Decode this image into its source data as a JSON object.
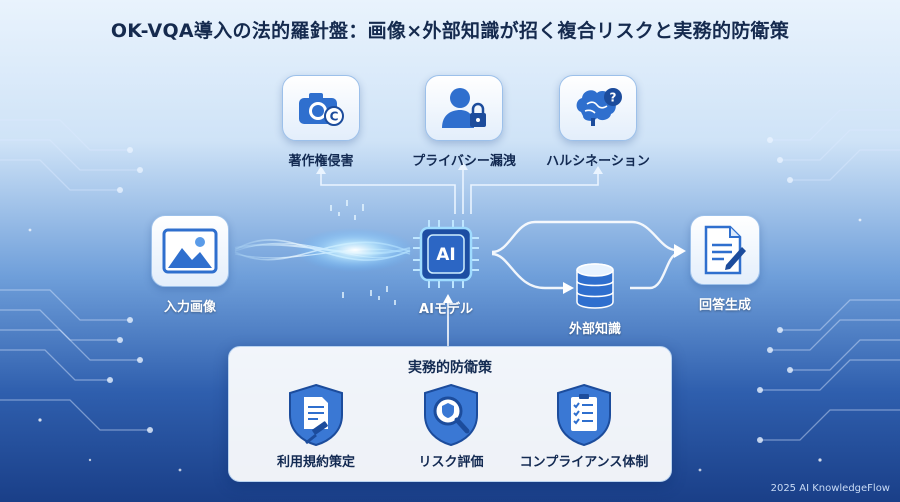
{
  "title": "OK-VQA導入の法的羅針盤：画像×外部知識が招く複合リスクと実務的防衛策",
  "risks": [
    {
      "label": "著作権侵害",
      "icon": "camera-copyright-icon"
    },
    {
      "label": "プライバシー漏洩",
      "icon": "user-lock-icon"
    },
    {
      "label": "ハルシネーション",
      "icon": "brain-question-icon"
    }
  ],
  "flow": {
    "input_label": "入力画像",
    "ai_label": "AIモデル",
    "ai_chip_text": "AI",
    "db_label": "外部知識",
    "answer_label": "回答生成"
  },
  "measures": {
    "title": "実務的防衛策",
    "items": [
      {
        "label": "利用規約策定",
        "icon": "document-gavel-shield-icon"
      },
      {
        "label": "リスク評価",
        "icon": "magnifier-shield-icon"
      },
      {
        "label": "コンプライアンス体制",
        "icon": "checklist-shield-icon"
      }
    ]
  },
  "footer": "2025 AI KnowledgeFlow",
  "colors": {
    "accent": "#2f6fce",
    "dark": "#132a52",
    "glow": "#9fdcff"
  }
}
